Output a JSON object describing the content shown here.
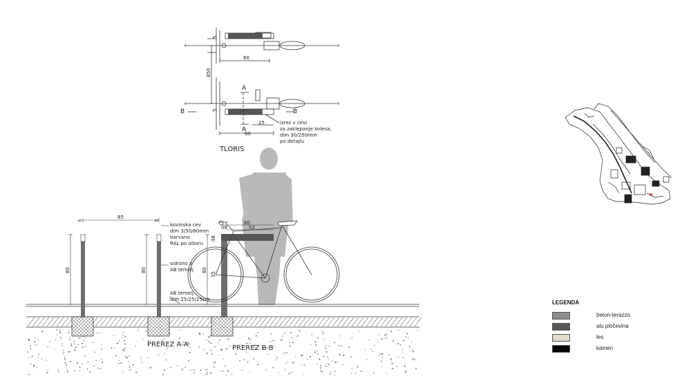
{
  "plan": {
    "title": "TLORIS",
    "section_marker": "A",
    "left_marker": "B",
    "right_marker": "B",
    "dim_60": "60",
    "dim_850": "850",
    "dim_5a": "5",
    "dim_5b": "5",
    "dim_25": "25",
    "dim_80": "80",
    "note": [
      "izrez v cevi",
      "za zaklepanje kolesa,",
      "dim 30/250mm",
      "po detajlu"
    ]
  },
  "section_a": {
    "title": "PREREZ A-A",
    "dim_85": "85",
    "dim_5a": "5",
    "dim_5b": "5",
    "dim_80a": "80",
    "dim_80b": "80"
  },
  "section_b": {
    "title": "PREREZ B-B",
    "dim_60": "60",
    "dim_52": "52",
    "dim_08": "08",
    "dim_80": "80",
    "dim_35": "35",
    "dim_08v": "08"
  },
  "annotations": {
    "pipe": [
      "kovinska cev",
      "dim 3/50/80mm",
      "barvano",
      "RAL po izboru"
    ],
    "anchor": [
      "sidrano v",
      "AB temelj"
    ],
    "foundation": [
      "AB temelj",
      "dim 25/25/25cm"
    ]
  },
  "legend": {
    "title": "LEGENDA",
    "items": [
      {
        "label": "beton-terazzo",
        "color": "#8c8c8c"
      },
      {
        "label": "alu pločevina",
        "color": "#565656"
      },
      {
        "label": "les",
        "color": "#e2dccb"
      },
      {
        "label": "kamen",
        "color": "#0a0a0a"
      }
    ]
  },
  "colors": {
    "line": "#333333",
    "person": "#b9b9b9",
    "post": "#6e6e6e",
    "rail": "#565656"
  }
}
